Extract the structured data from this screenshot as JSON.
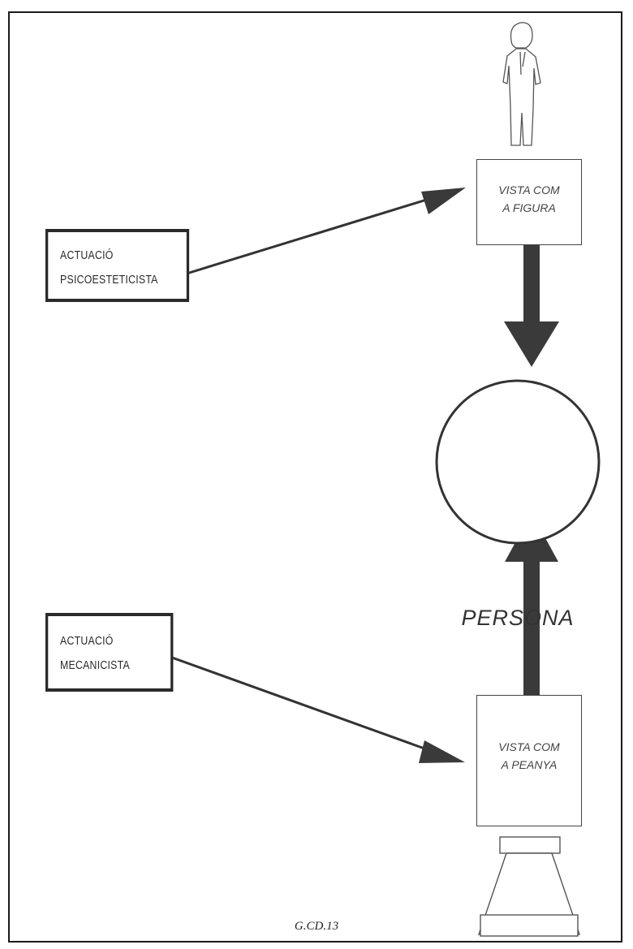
{
  "boxes": {
    "actuacio_psico": {
      "line1": "ACTUACIÓ",
      "line2": "PSICOESTETICISTA"
    },
    "actuacio_mecan": {
      "line1": "ACTUACIÓ",
      "line2": "MECANICISTA"
    },
    "vista_figura": {
      "line1": "VISTA COM",
      "line2": "A FIGURA"
    },
    "vista_peanya": {
      "line1": "VISTA COM",
      "line2": "A PEANYA"
    }
  },
  "center": {
    "label": "PERSONA"
  },
  "caption": "G.CD.13",
  "icons": {
    "top": "standing-figure-icon",
    "bottom": "pedestal-icon"
  },
  "colors": {
    "line": "#2a2a2a",
    "arrow_fill": "#3a3a3a",
    "background": "#ffffff"
  }
}
